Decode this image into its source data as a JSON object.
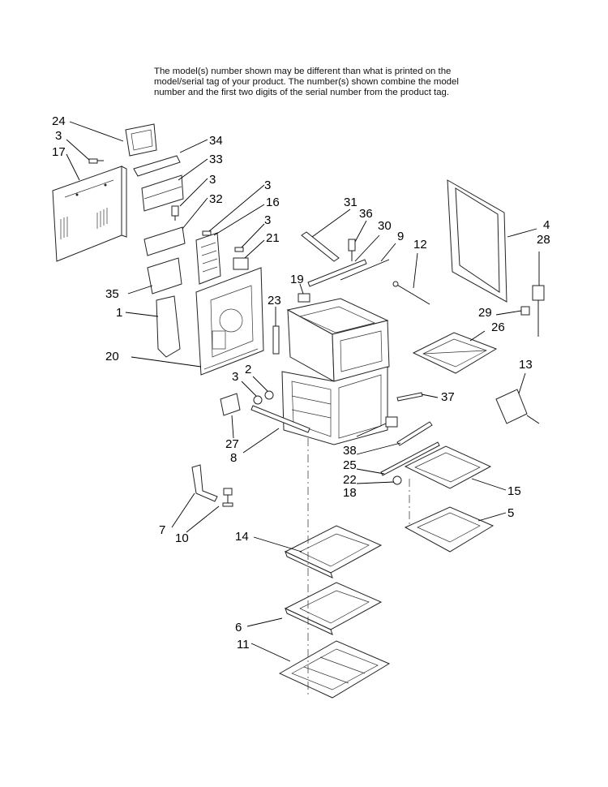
{
  "note": {
    "line1": "The model(s) number shown may be different than what is printed on the",
    "line2": "model/serial tag of your product. The number(s) shown combine the model",
    "line3": "number and the first two digits of the serial number from the product tag."
  },
  "callouts": {
    "c1": "24",
    "c2": "3",
    "c3": "17",
    "c4": "34",
    "c5": "33",
    "c6": "3",
    "c7": "32",
    "c8": "3",
    "c9": "16",
    "c10": "3",
    "c11": "21",
    "c12": "35",
    "c13": "1",
    "c14": "20",
    "c15": "19",
    "c16": "23",
    "c17": "2",
    "c18": "3",
    "c19": "27",
    "c20": "8",
    "c21": "7",
    "c22": "10",
    "c23": "31",
    "c24": "36",
    "c25": "30",
    "c26": "9",
    "c27": "12",
    "c28": "4",
    "c29": "28",
    "c30": "29",
    "c31": "26",
    "c32": "13",
    "c33": "37",
    "c34": "38",
    "c35": "25",
    "c36": "22",
    "c37": "18",
    "c38": "15",
    "c39": "5",
    "c40": "14",
    "c41": "6",
    "c42": "11"
  }
}
